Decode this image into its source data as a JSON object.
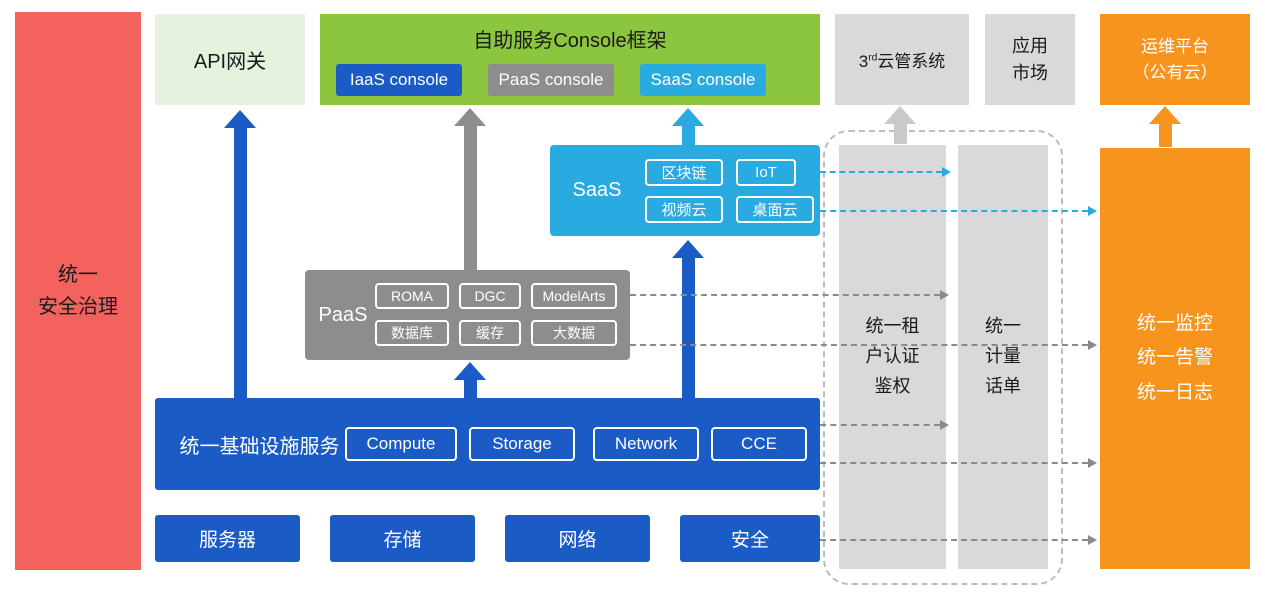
{
  "security_bar": {
    "label": "统一\n安全治理"
  },
  "api_gateway": {
    "label": "API网关"
  },
  "console_framework": {
    "title": "自助服务Console框架",
    "consoles": [
      {
        "label": "IaaS console"
      },
      {
        "label": "PaaS console"
      },
      {
        "label": "SaaS console"
      }
    ]
  },
  "third_party_cms": {
    "num": "3",
    "sup": "rd",
    "label": "云管系统"
  },
  "app_market": {
    "label": "应用\n市场"
  },
  "om_platform": {
    "label": "运维平台\n（公有云）"
  },
  "saas": {
    "label": "SaaS",
    "items": [
      "区块链",
      "IoT",
      "视频云",
      "桌面云"
    ]
  },
  "paas": {
    "label": "PaaS",
    "items": [
      "ROMA",
      "DGC",
      "ModelArts",
      "数据库",
      "缓存",
      "大数据"
    ]
  },
  "infrastructure": {
    "label": "统一基础设施服务",
    "items": [
      "Compute",
      "Storage",
      "Network",
      "CCE"
    ]
  },
  "resources": [
    "服务器",
    "存储",
    "网络",
    "安全"
  ],
  "tenant_auth": {
    "label": "统一租\n户认证\n鉴权"
  },
  "metering": {
    "label": "统一\n计量\n话单"
  },
  "monitoring": {
    "label": "统一监控\n统一告警\n统一日志"
  },
  "colors": {
    "red": "#F4625D",
    "green": "#8CC63E",
    "light_green": "#E4F2DE",
    "blue": "#1A5BC6",
    "gray": "#8D8D8D",
    "light_gray": "#D9D9D9",
    "cyan": "#29ABE2",
    "orange": "#F7941E"
  }
}
